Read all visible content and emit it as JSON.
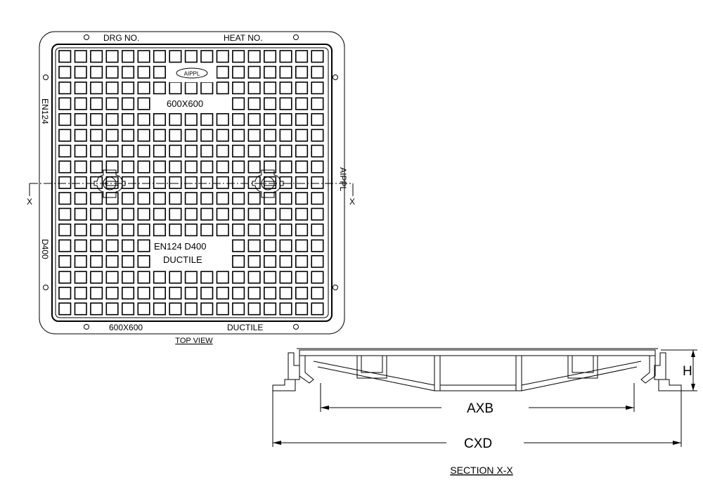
{
  "top_view": {
    "drg_no": "DRG NO.",
    "heat_no": "HEAT NO.",
    "logo": "AIPPL",
    "size_mark": "600X600",
    "left_top": "EN124",
    "left_bottom": "D400",
    "right_mark": "AIPPL",
    "center_line1": "EN124 D400",
    "center_line2": "DUCTILE",
    "bottom_left": "600X600",
    "bottom_right": "DUCTILE",
    "section_mark_left": "X",
    "section_mark_right": "X",
    "caption": "TOP VIEW"
  },
  "section": {
    "dim_clear": "AXB",
    "dim_overall": "CXD",
    "dim_height": "H",
    "caption": "SECTION X-X"
  }
}
